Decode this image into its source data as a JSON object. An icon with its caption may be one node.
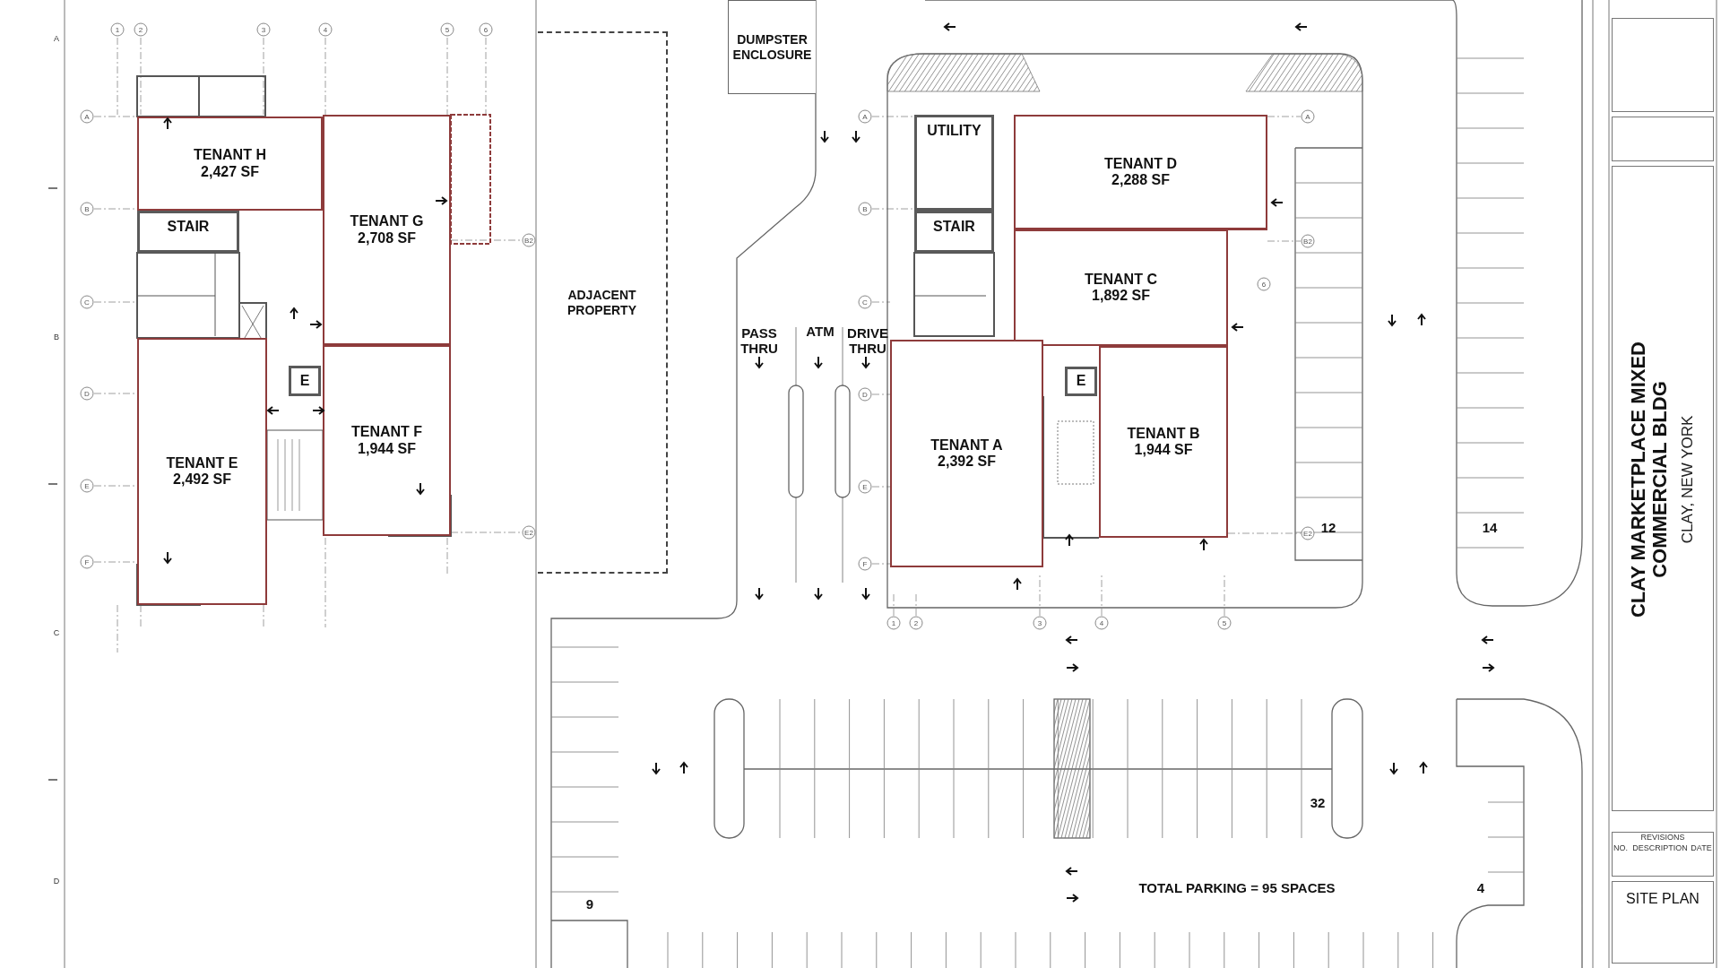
{
  "diagram": {
    "title": "CLAY MARKETPLACE MIXED COMMERCIAL BLDG",
    "nodes": [
      {
        "text": [
          "TENANT H",
          "2,427 SF"
        ]
      },
      {
        "text": [
          "STAIR"
        ]
      },
      {
        "text": [
          "TENANT G",
          "2,708 SF"
        ]
      },
      {
        "text": [
          "E"
        ]
      },
      {
        "text": [
          "TENANT F",
          "1,944 SF"
        ]
      },
      {
        "text": [
          "TENANT E",
          "2,492 SF"
        ]
      },
      {
        "text": [
          "DUMPSTER ENCLOSURE"
        ]
      },
      {
        "text": [
          "ADJACENT PROPERTY"
        ]
      },
      {
        "text": [
          "UTILITY"
        ]
      },
      {
        "text": [
          "TENANT D",
          "2,288 SF"
        ]
      },
      {
        "text": [
          "STAIR"
        ]
      },
      {
        "text": [
          "TENANT C",
          "1,892 SF"
        ]
      },
      {
        "text": [
          "E"
        ]
      },
      {
        "text": [
          "TENANT A",
          "2,392 SF"
        ]
      },
      {
        "text": [
          "TENANT B",
          "1,944 SF"
        ]
      }
    ],
    "labels": [
      "A",
      "B",
      "C",
      "D",
      "1",
      "2",
      "3",
      "4",
      "5",
      "6",
      "A",
      "B",
      "C",
      "D",
      "E",
      "F",
      "B2",
      "E2",
      "PASS THRU",
      "ATM",
      "DRIVE THRU",
      "A",
      "B",
      "C",
      "D",
      "E",
      "F",
      "A",
      "B2",
      "6",
      "E2",
      "1",
      "2",
      "3",
      "4",
      "5",
      "12",
      "14",
      "32",
      "TOTAL PARKING = 95 SPACES",
      "4",
      "9",
      "CLAY, NEW YORK",
      "REVISIONS",
      "NO.",
      "DESCRIPTION",
      "DATE",
      "SITE PLAN"
    ]
  }
}
